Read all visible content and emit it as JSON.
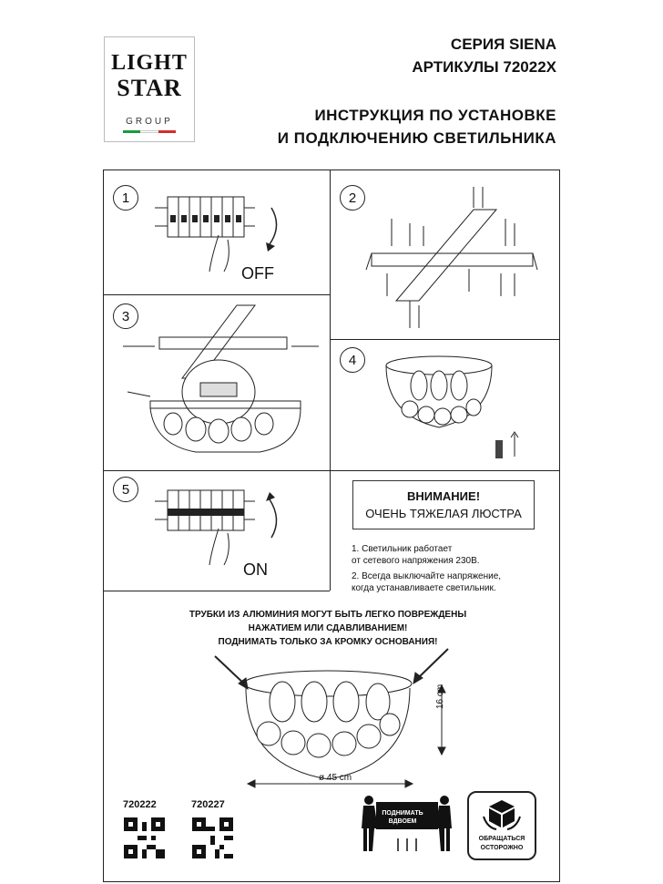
{
  "logo": {
    "line1": "LIGHT",
    "line2": "STAR",
    "line3": "GROUP",
    "flag_colors": [
      "#1a9a3c",
      "#ffffff",
      "#d52b2b"
    ]
  },
  "header": {
    "series": "СЕРИЯ SIENA",
    "articles": "АРТИКУЛЫ 72022X",
    "title_line1": "ИНСТРУКЦИЯ ПО УСТАНОВКЕ",
    "title_line2": "И ПОДКЛЮЧЕНИЮ СВЕТИЛЬНИКА"
  },
  "steps": {
    "s1": "1",
    "s2": "2",
    "s3": "3",
    "s4": "4",
    "s5": "5"
  },
  "step1": {
    "label": "OFF"
  },
  "step5": {
    "label": "ON"
  },
  "warning": {
    "title": "ВНИМАНИЕ!",
    "subtitle": "ОЧЕНЬ ТЯЖЕЛАЯ ЛЮСТРА",
    "note1_line1": "1. Светильник работает",
    "note1_line2": "от сетевого напряжения 230В.",
    "note2_line1": "2. Всегда выключайте напряжение,",
    "note2_line2": "когда устанавливаете светильник."
  },
  "caution": {
    "line1": "ТРУБКИ ИЗ АЛЮМИНИЯ МОГУТ БЫТЬ ЛЕГКО ПОВРЕЖДЕНЫ",
    "line2": "НАЖАТИЕМ ИЛИ СДАВЛИВАНИЕМ!",
    "line3": "ПОДНИМАТЬ ТОЛЬКО ЗА КРОМКУ ОСНОВАНИЯ!"
  },
  "dimensions": {
    "height": "16 cm",
    "diameter": "ø 45 cm"
  },
  "codes": {
    "code1": "720222",
    "code2": "720227"
  },
  "icons": {
    "lift_label_line1": "ПОДНИМАТЬ",
    "lift_label_line2": "ВДВОЕМ",
    "fragile_line1": "ОБРАЩАТЬСЯ",
    "fragile_line2": "ОСТОРОЖНО"
  }
}
